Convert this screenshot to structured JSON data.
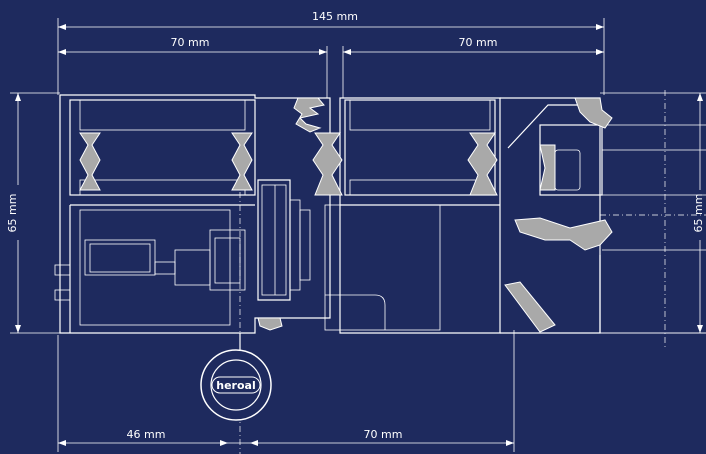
{
  "dimensions": {
    "total_width": "145 mm",
    "left_chamber": "70 mm",
    "right_chamber": "70 mm",
    "height_left": "65 mm",
    "height_right": "65 mm",
    "bottom_left": "46 mm",
    "bottom_right": "70 mm"
  },
  "logo": {
    "text": "heroal"
  },
  "colors": {
    "background": "#1e2a5e",
    "line": "#ffffff",
    "gasket": "#a9a9a9"
  }
}
